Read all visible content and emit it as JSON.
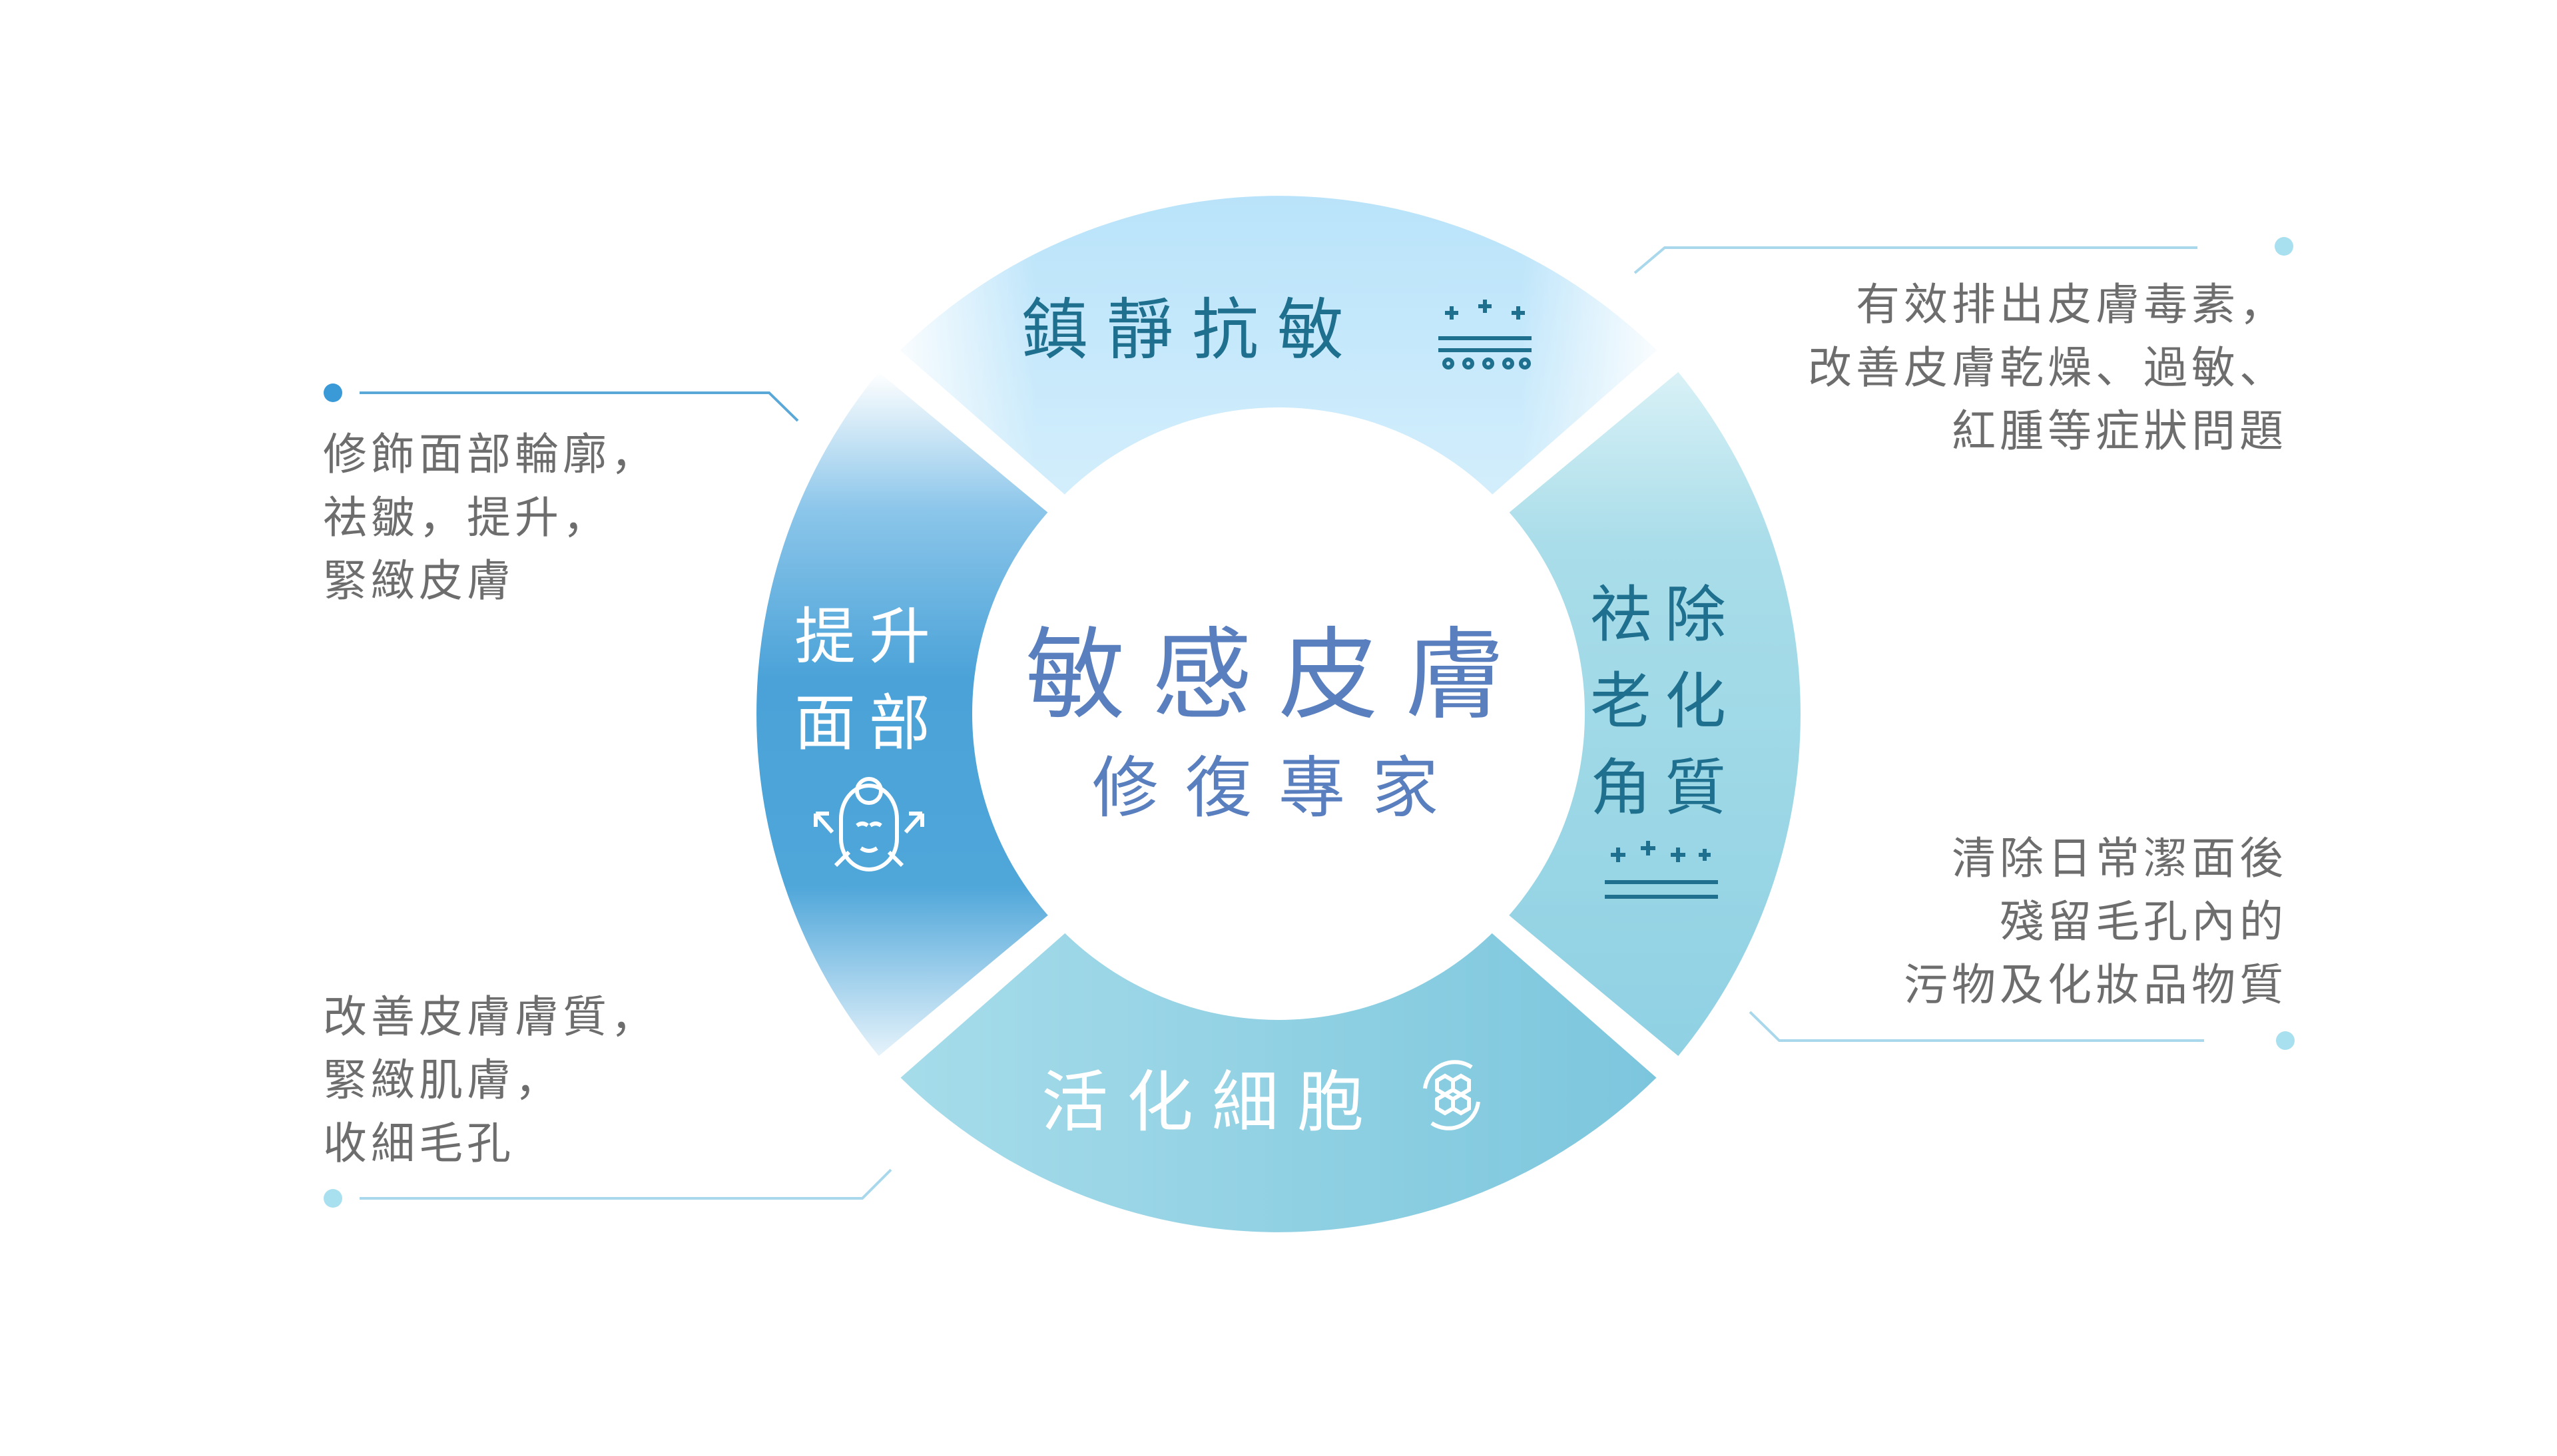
{
  "center": {
    "title": "敏感皮膚",
    "subtitle": "修復專家"
  },
  "segments": {
    "top": {
      "label": "鎮靜抗敏",
      "icon": "sparkle-dots-icon"
    },
    "right": {
      "lines": [
        "祛除",
        "老化",
        "角質"
      ],
      "icon": "sparkle-layers-icon"
    },
    "bottom": {
      "label": "活化細胞",
      "icon": "cell-cycle-icon"
    },
    "left": {
      "lines": [
        "提升",
        "面部"
      ],
      "icon": "face-lift-icon"
    }
  },
  "callouts": {
    "top_right": [
      "有效排出皮膚毒素，",
      "改善皮膚乾燥、過敏、",
      "紅腫等症狀問題"
    ],
    "bottom_right": [
      "清除日常潔面後",
      "殘留毛孔內的",
      "污物及化妝品物質"
    ],
    "top_left": [
      "修飾面部輪廓，",
      "祛皺，提升，",
      "緊緻皮膚"
    ],
    "bottom_left": [
      "改善皮膚膚質，",
      "緊緻肌膚，",
      "收細毛孔"
    ]
  },
  "colors": {
    "top_segment": "#bfe6fb",
    "right_segment": "#a5dbe8",
    "bottom_segment": "#80c9de",
    "left_segment": "#4aa3d7",
    "center_text": "#5a7fbe",
    "segment_text_dark": "#1f6f8f",
    "callout_text": "#6d6d6d",
    "connector_line": "#a9d8ec",
    "dot_blue": "#3a9ad8",
    "dot_light": "#a9e0ef"
  }
}
